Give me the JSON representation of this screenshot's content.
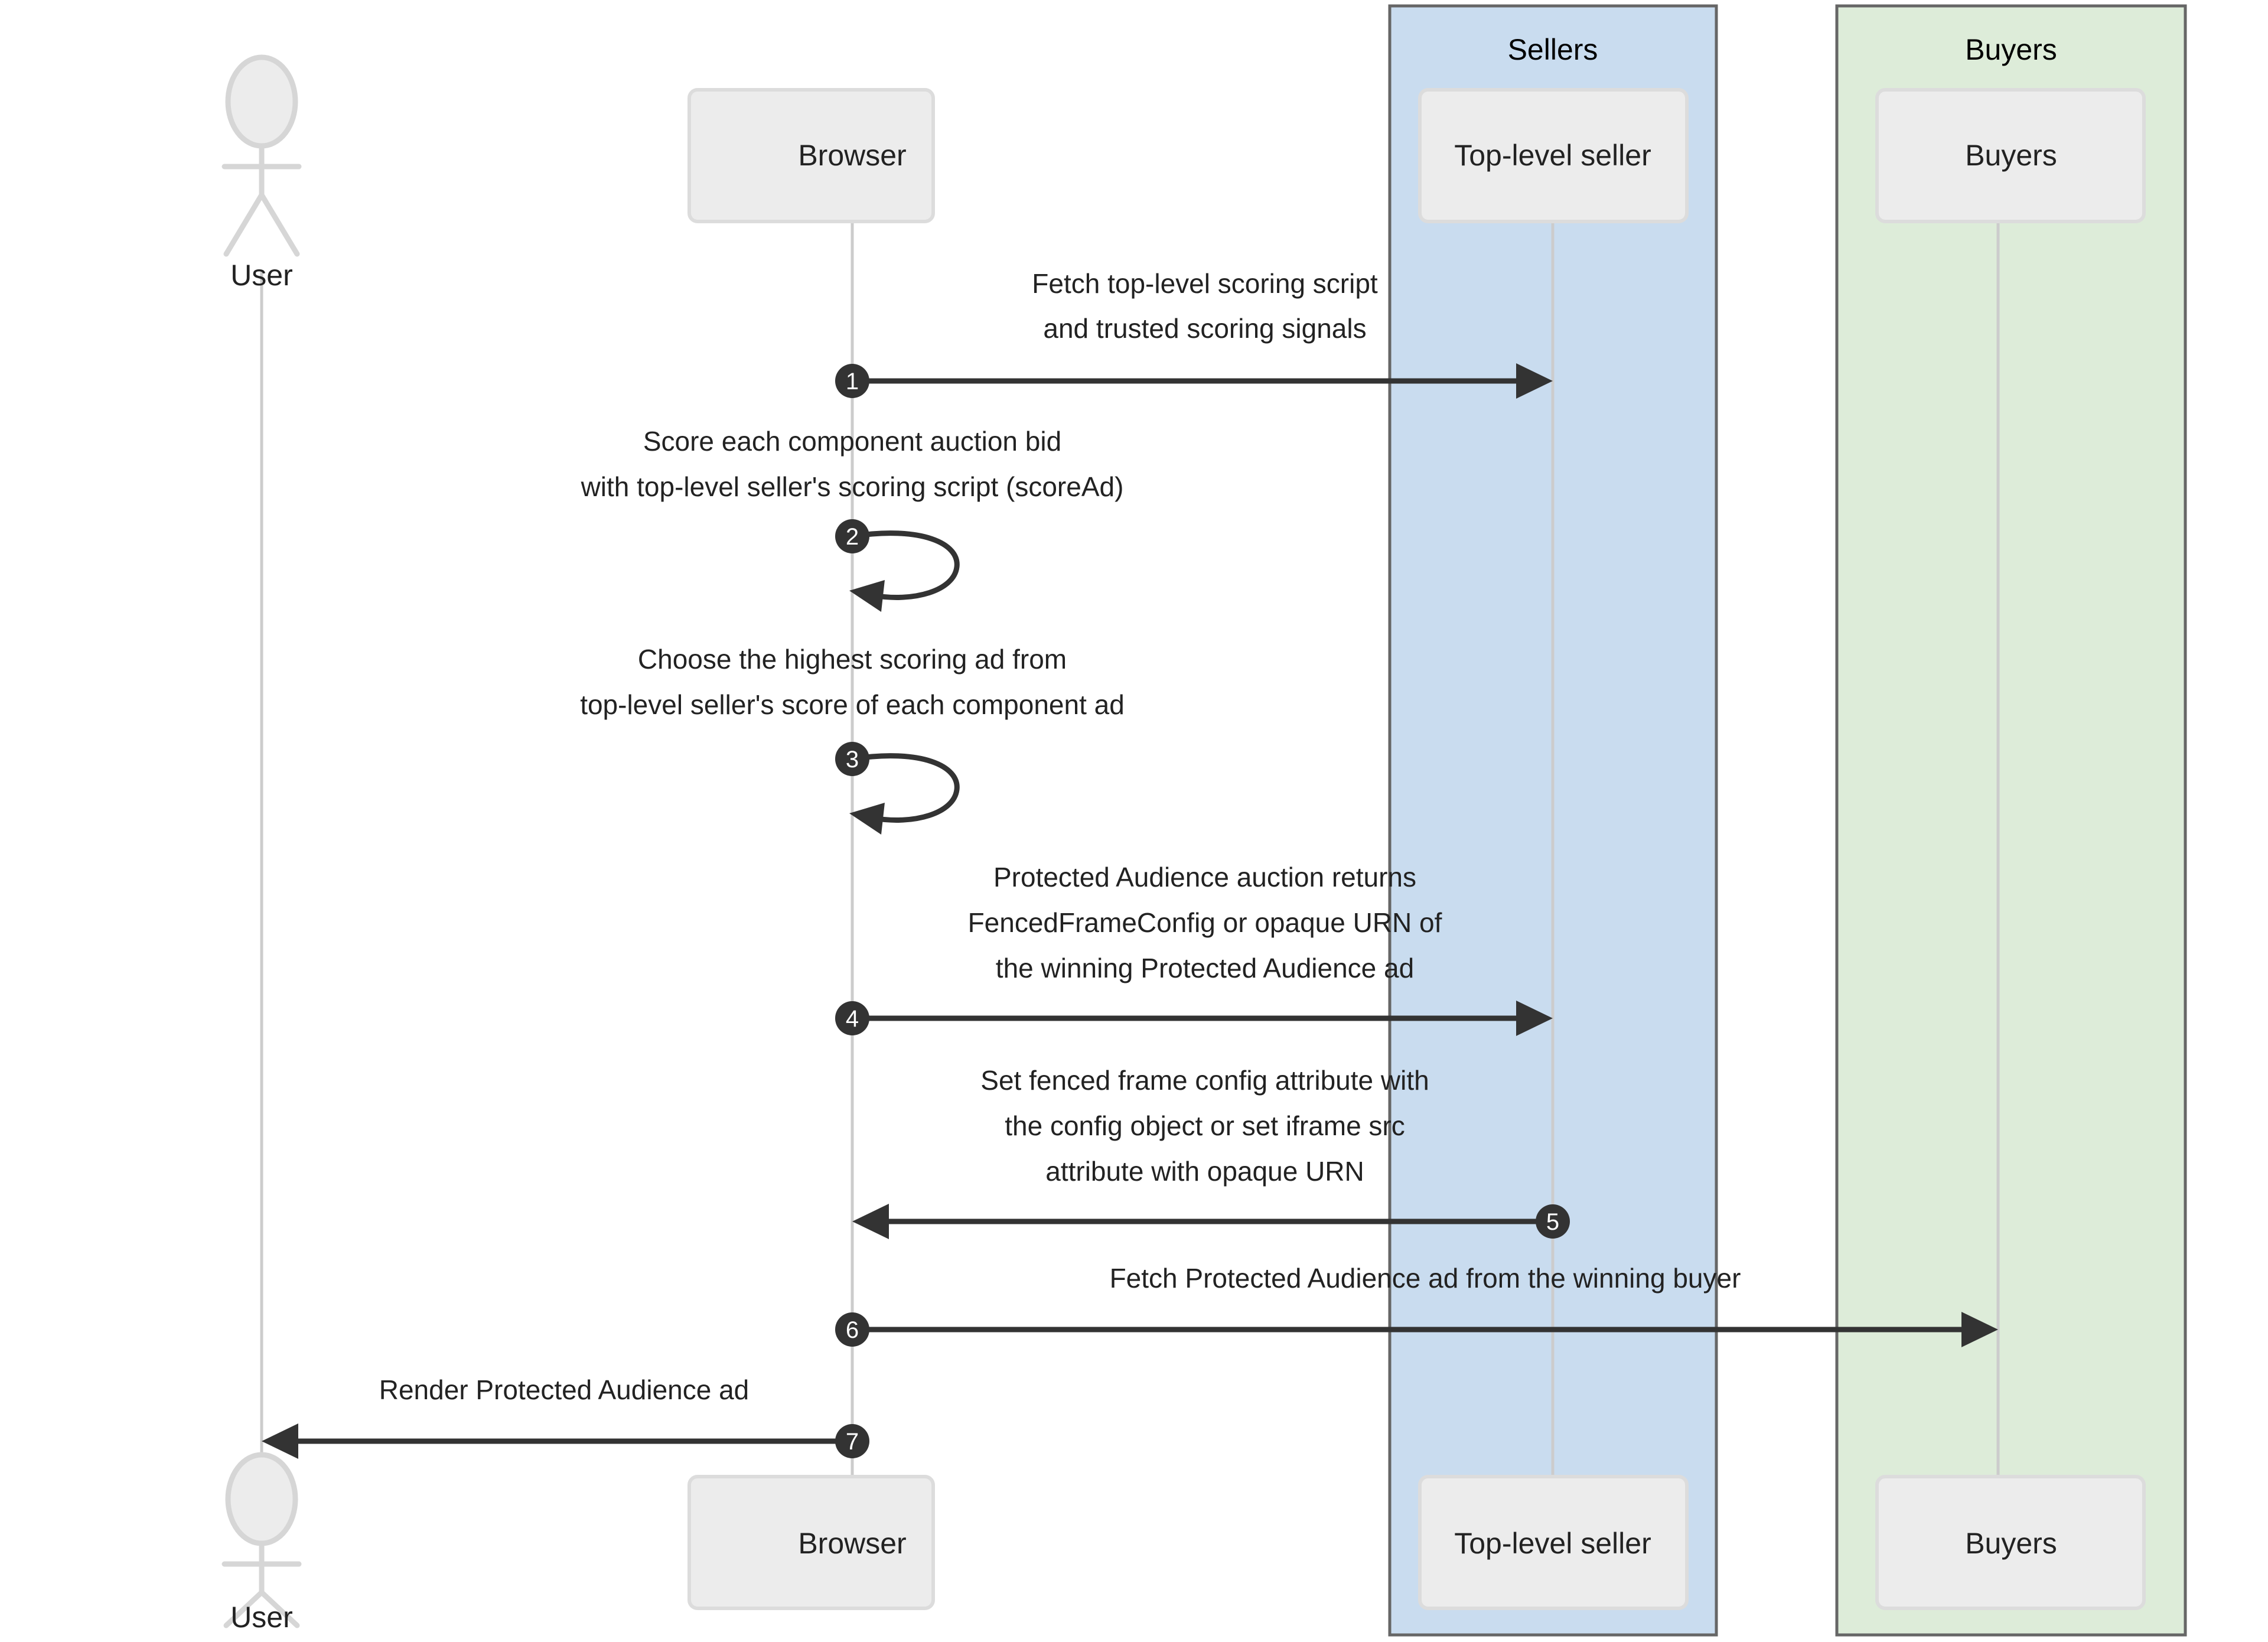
{
  "diagram": {
    "kind": "sequence-diagram",
    "title": "",
    "background": "#ffffff",
    "colors": {
      "sellers_group_fill": "#c9dcef",
      "buyers_group_fill": "#ddecd9",
      "group_stroke": "#666666",
      "participant_fill": "#ececec",
      "participant_stroke": "#dcdcdc",
      "lifeline_stroke": "#cccccc",
      "message_stroke": "#333333",
      "badge_fill": "#333333",
      "badge_text": "#ffffff",
      "text": "#222222"
    }
  },
  "groups": [
    {
      "id": "sellers",
      "label": "Sellers",
      "fill": "#c9dcef"
    },
    {
      "id": "buyers",
      "label": "Buyers",
      "fill": "#ddecd9"
    }
  ],
  "participants": [
    {
      "id": "user",
      "label": "User",
      "type": "actor"
    },
    {
      "id": "browser",
      "label": "Browser",
      "type": "box"
    },
    {
      "id": "seller",
      "label": "Top-level seller",
      "type": "box",
      "group": "sellers"
    },
    {
      "id": "buyers",
      "label": "Buyers",
      "type": "box",
      "group": "buyers"
    }
  ],
  "messages": [
    {
      "number": "1",
      "from": "browser",
      "to": "seller",
      "direction": "right",
      "kind": "arrow",
      "lines": [
        "Fetch top-level scoring script",
        "and trusted scoring signals"
      ]
    },
    {
      "number": "2",
      "from": "browser",
      "to": "browser",
      "direction": "self",
      "kind": "self-loop",
      "lines": [
        "Score each component auction bid",
        "with top-level seller's scoring script (scoreAd)"
      ]
    },
    {
      "number": "3",
      "from": "browser",
      "to": "browser",
      "direction": "self",
      "kind": "self-loop",
      "lines": [
        "Choose the highest scoring ad from",
        "top-level seller's score of each component ad"
      ]
    },
    {
      "number": "4",
      "from": "browser",
      "to": "seller",
      "direction": "right",
      "kind": "arrow",
      "lines": [
        "Protected Audience auction returns",
        "FencedFrameConfig or opaque URN of",
        "the winning Protected Audience ad"
      ]
    },
    {
      "number": "5",
      "from": "seller",
      "to": "browser",
      "direction": "left",
      "kind": "arrow",
      "lines": [
        "Set fenced frame config attribute with",
        "the config object or set iframe src",
        "attribute with opaque URN"
      ]
    },
    {
      "number": "6",
      "from": "browser",
      "to": "buyers",
      "direction": "right",
      "kind": "arrow",
      "lines": [
        "Fetch Protected Audience ad from the winning buyer"
      ]
    },
    {
      "number": "7",
      "from": "browser",
      "to": "user",
      "direction": "left",
      "kind": "arrow",
      "lines": [
        "Render Protected Audience ad"
      ]
    }
  ]
}
